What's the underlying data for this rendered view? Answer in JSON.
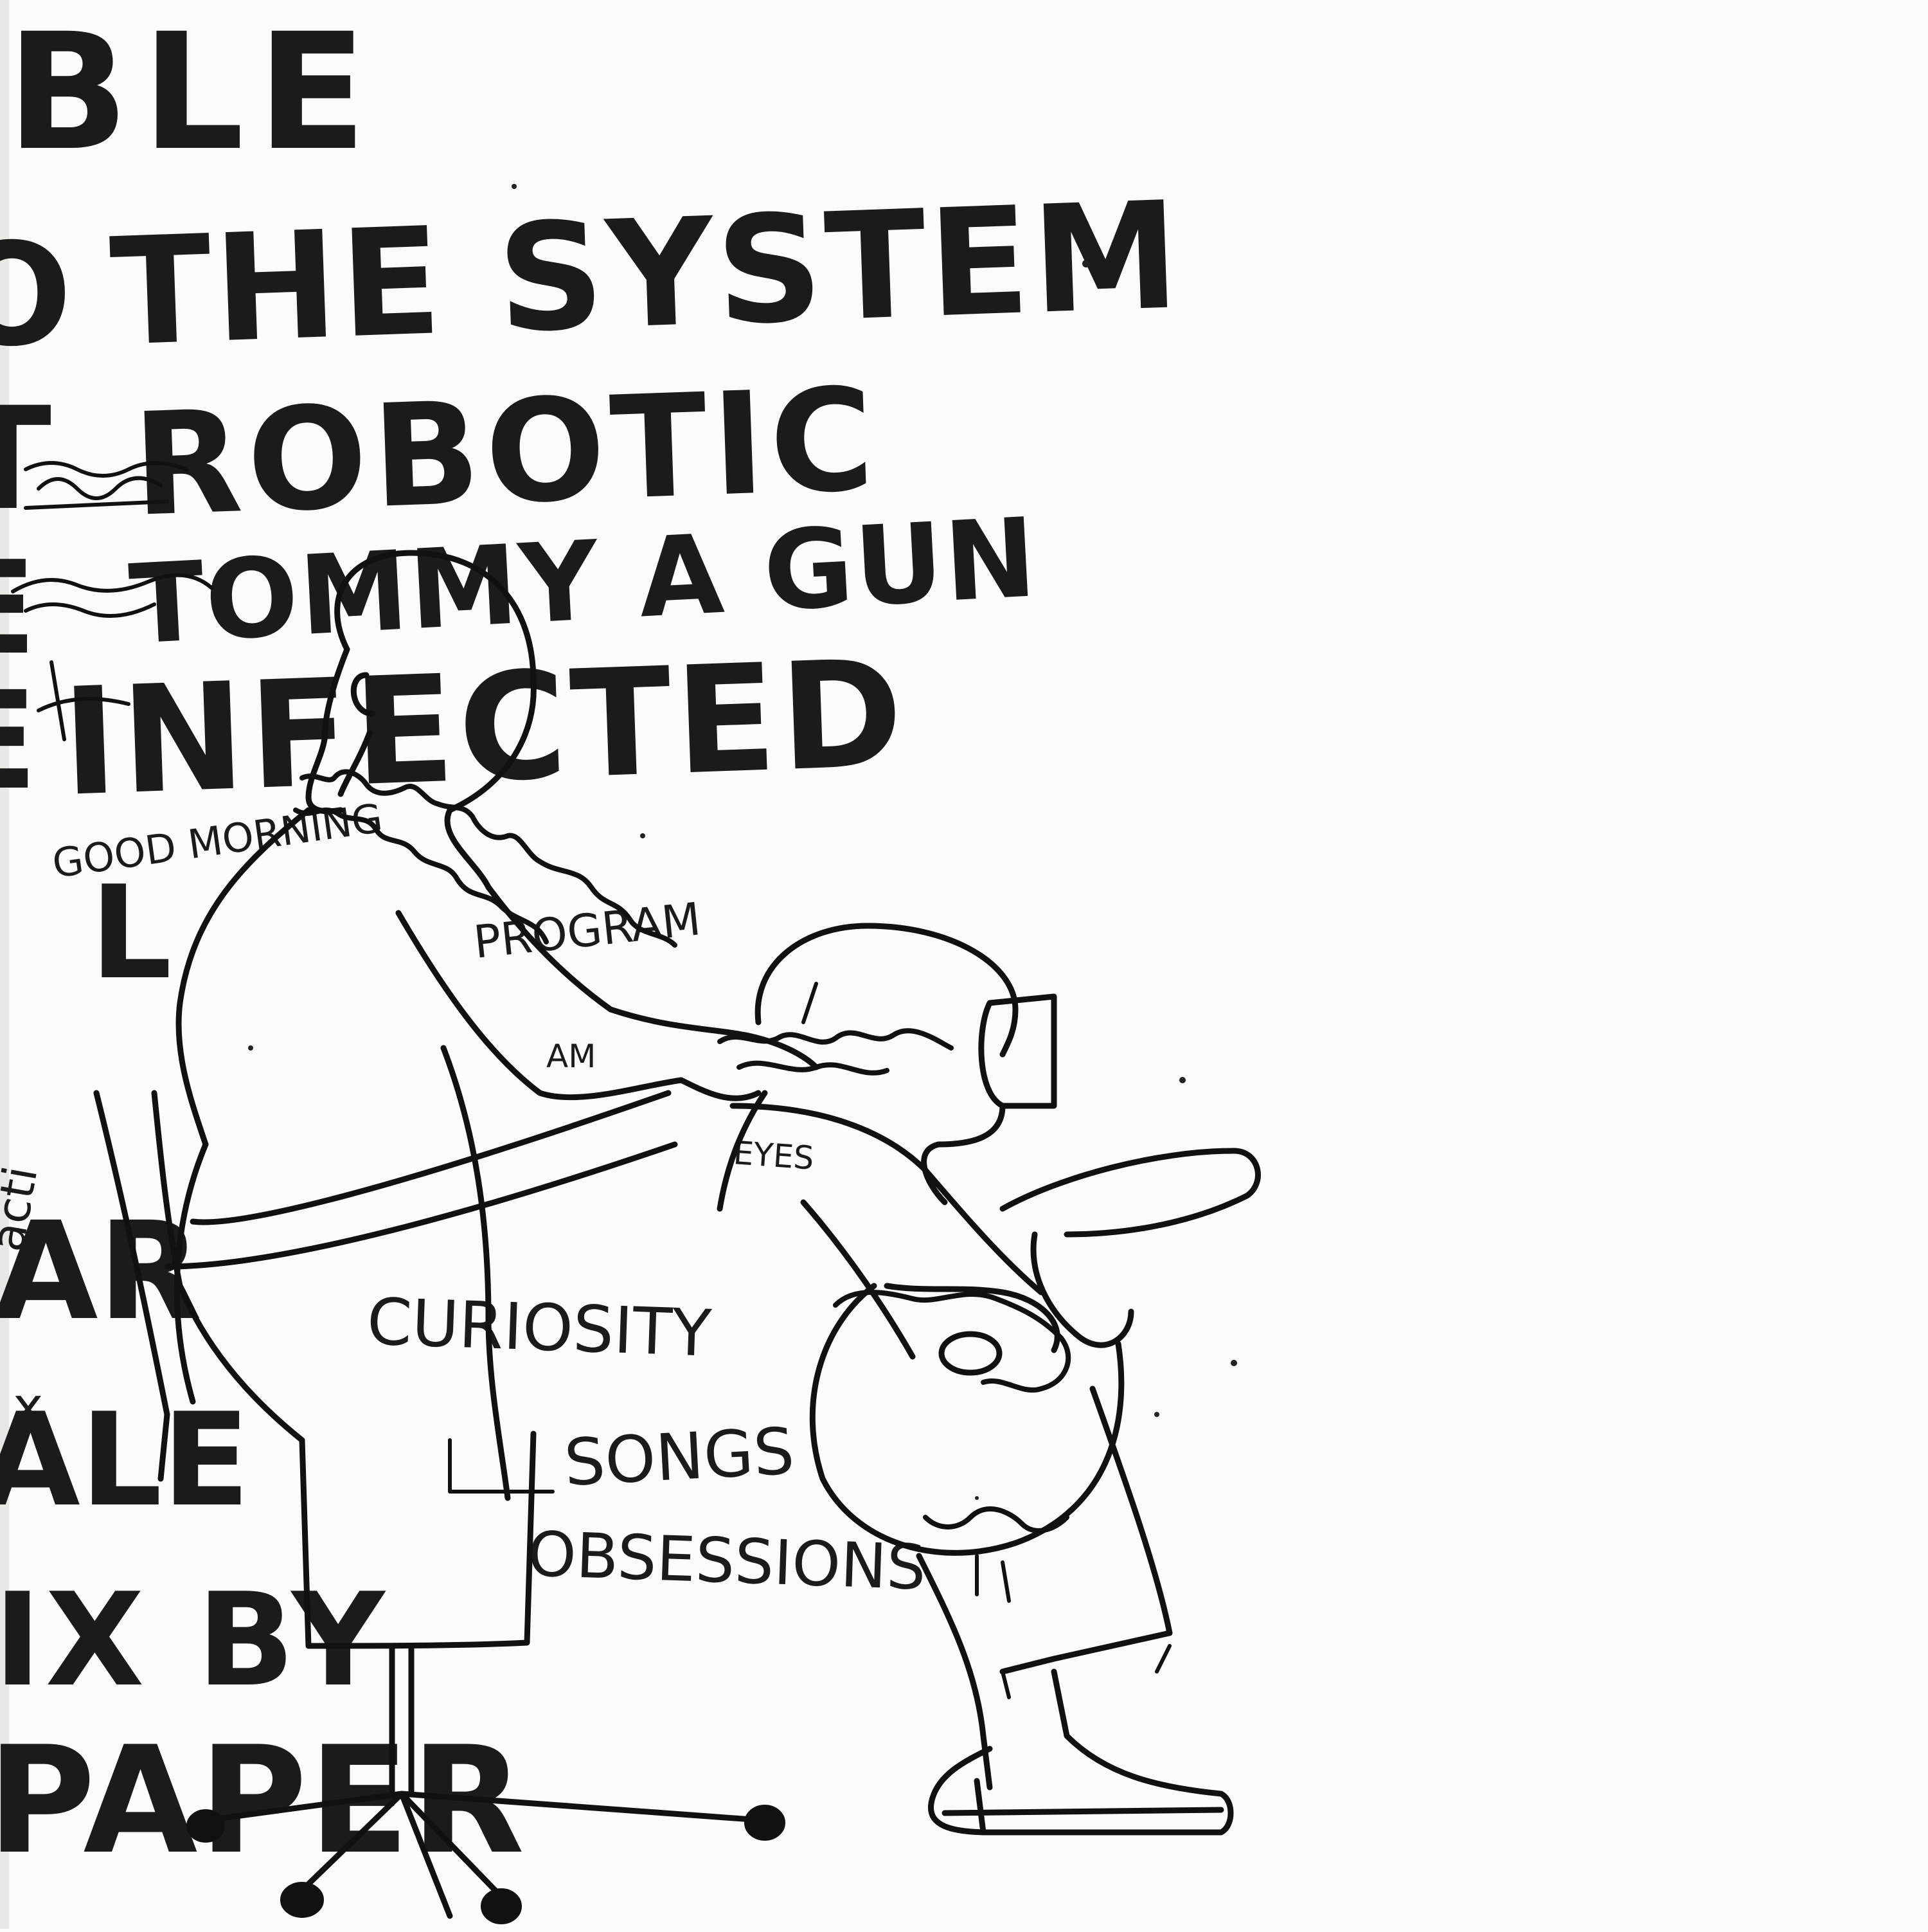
{
  "lines": [
    {
      "id": "line-ble",
      "text": "BLE"
    },
    {
      "id": "line-the-system",
      "text": "THE SYSTEM"
    },
    {
      "id": "line-robotic",
      "text": "ROBOTIC"
    },
    {
      "id": "line-tommy-a-gun",
      "text": "TOMMY A GUN"
    },
    {
      "id": "line-infected",
      "text": "INFECTED"
    },
    {
      "id": "line-ix-by",
      "text": "IX BY"
    },
    {
      "id": "line-paper",
      "text": "PAPER"
    }
  ],
  "left_edge_fragments": [
    {
      "id": "edge-b",
      "text": "B"
    },
    {
      "id": "edge-o",
      "text": "O"
    },
    {
      "id": "edge-t",
      "text": "T"
    },
    {
      "id": "edge-e",
      "text": "E"
    },
    {
      "id": "edge-e2",
      "text": "E"
    },
    {
      "id": "edge-ar",
      "text": "AR"
    },
    {
      "id": "edge-ale",
      "text": "ALE"
    },
    {
      "id": "edge-l",
      "text": "L"
    }
  ],
  "annotations": [
    {
      "id": "note-goodmorning",
      "text": "GOOD MORNING"
    },
    {
      "id": "note-program",
      "text": "PROGRAM"
    },
    {
      "id": "note-am",
      "text": "AM"
    },
    {
      "id": "note-curiosity",
      "text": "CURIOSITY"
    },
    {
      "id": "note-songs",
      "text": "SONGS"
    },
    {
      "id": "note-obsessions",
      "text": "OBSESSIONS"
    },
    {
      "id": "note-eyes",
      "text": "EYES"
    },
    {
      "id": "note-acti",
      "text": "acti"
    },
    {
      "id": "note-x",
      "text": "x"
    }
  ],
  "colors": {
    "paper": "#fbfbf9",
    "ink": "#111111"
  }
}
